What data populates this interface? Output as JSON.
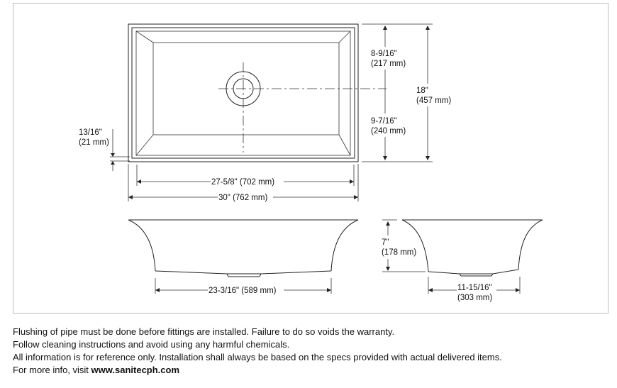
{
  "dimensions": {
    "front_top_in": "8-9/16\"",
    "front_top_mm": "(217 mm)",
    "front_bottom_in": "9-7/16\"",
    "front_bottom_mm": "(240 mm)",
    "total_depth_in": "18\"",
    "total_depth_mm": "(457 mm)",
    "rim_in": "13/16\"",
    "rim_mm": "(21 mm)",
    "inner_width": "27-5/8\" (702 mm)",
    "outer_width": "30\" (762 mm)",
    "bottom_width": "23-3/16\" (589 mm)",
    "height_in": "7\"",
    "height_mm": "(178 mm)",
    "side_bottom_in": "11-15/16\"",
    "side_bottom_mm": "(303 mm)"
  },
  "notes": {
    "line1": "Flushing of pipe must be done before fittings are installed. Failure to do so voids the warranty.",
    "line2": "Follow cleaning instructions and avoid using any harmful chemicals.",
    "line3": "All information is for reference only. Installation shall always be based on the specs provided with actual delivered items.",
    "line4_prefix": "For more info, visit ",
    "line4_url": "www.sanitecph.com"
  }
}
